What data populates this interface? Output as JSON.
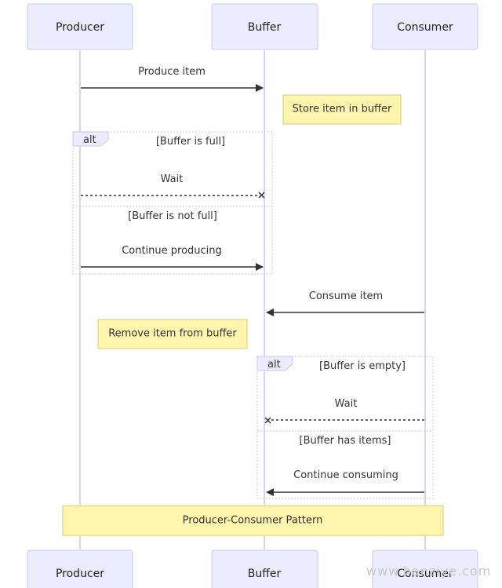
{
  "actors": {
    "producer": "Producer",
    "buffer": "Buffer",
    "consumer": "Consumer"
  },
  "messages": {
    "produce_item": "Produce item",
    "wait_producer": "Wait",
    "continue_producing": "Continue producing",
    "consume_item": "Consume item",
    "wait_consumer": "Wait",
    "continue_consuming": "Continue consuming"
  },
  "notes": {
    "store_item": "Store item in buffer",
    "remove_item": "Remove item from buffer",
    "pattern": "Producer-Consumer Pattern"
  },
  "alt_blocks": {
    "first": {
      "tag": "alt",
      "condition_1": "[Buffer is full]",
      "condition_2": "[Buffer is not full]"
    },
    "second": {
      "tag": "alt",
      "condition_1": "[Buffer is empty]",
      "condition_2": "[Buffer has items]"
    }
  },
  "watermark": "www.banziye.com",
  "colors": {
    "actor_fill": "#ececff",
    "note_fill": "#fff5ad",
    "line": "#333333"
  }
}
